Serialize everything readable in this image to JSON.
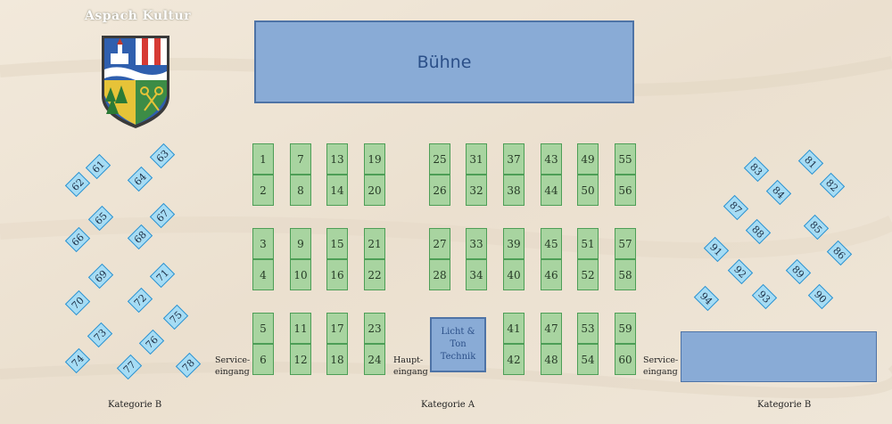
{
  "brand": "Aspach Kultur",
  "stage_label": "Bühne",
  "tech_label": "Licht & Ton Technik",
  "entrances": [
    {
      "id": "left",
      "line1": "Service-",
      "line2": "eingang"
    },
    {
      "id": "main",
      "line1": "Haupt-",
      "line2": "eingang"
    },
    {
      "id": "right",
      "line1": "Service-",
      "line2": "eingang"
    }
  ],
  "categories": {
    "left": "Kategorie B",
    "center": "Kategorie A",
    "right": "Kategorie B"
  },
  "category_a_tables": [
    "1",
    "2",
    "3",
    "4",
    "5",
    "6",
    "7",
    "8",
    "9",
    "10",
    "11",
    "12",
    "13",
    "14",
    "15",
    "16",
    "17",
    "18",
    "19",
    "20",
    "21",
    "22",
    "23",
    "24",
    "25",
    "26",
    "27",
    "28",
    "31",
    "32",
    "33",
    "34",
    "37",
    "38",
    "39",
    "40",
    "41",
    "42",
    "43",
    "44",
    "45",
    "46",
    "47",
    "48",
    "49",
    "50",
    "51",
    "52",
    "53",
    "54",
    "55",
    "56",
    "57",
    "58",
    "59",
    "60"
  ],
  "category_b_tables": [
    "61",
    "62",
    "63",
    "64",
    "65",
    "66",
    "67",
    "68",
    "69",
    "70",
    "71",
    "72",
    "73",
    "74",
    "75",
    "76",
    "77",
    "78",
    "81",
    "82",
    "83",
    "84",
    "85",
    "86",
    "87",
    "88",
    "89",
    "90",
    "91",
    "92",
    "93",
    "94"
  ],
  "colors": {
    "category_a_fill": "#a8d4a0",
    "category_b_fill": "#a6dcf4",
    "stage_fill": "#89abd6",
    "background": "#efe5d6"
  },
  "icons": [
    "coat-of-arms-icon"
  ]
}
